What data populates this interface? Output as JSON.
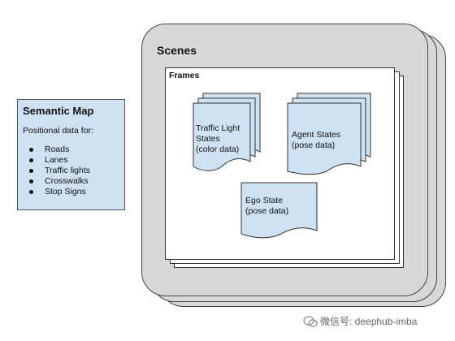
{
  "semantic_map": {
    "title": "Semantic Map",
    "subtitle": "Positional data for:",
    "items": [
      "Roads",
      "Lanes",
      "Traffic lights",
      "Crosswalks",
      "Stop Signs"
    ]
  },
  "scenes": {
    "title": "Scenes"
  },
  "frames": {
    "title": "Frames"
  },
  "documents": {
    "traffic_light": {
      "line1": "Traffic Light",
      "line2": "States",
      "line3": "(color data)"
    },
    "agent": {
      "line1": "Agent States",
      "line2": "(pose data)"
    },
    "ego": {
      "line1": "Ego State",
      "line2": "(pose data)"
    }
  },
  "watermark": {
    "text": "微信号: deephub-imba"
  },
  "colors": {
    "doc_fill": "#cfe2f3",
    "scene_fill": "#d8d8d8",
    "frame_fill": "#ffffff"
  }
}
